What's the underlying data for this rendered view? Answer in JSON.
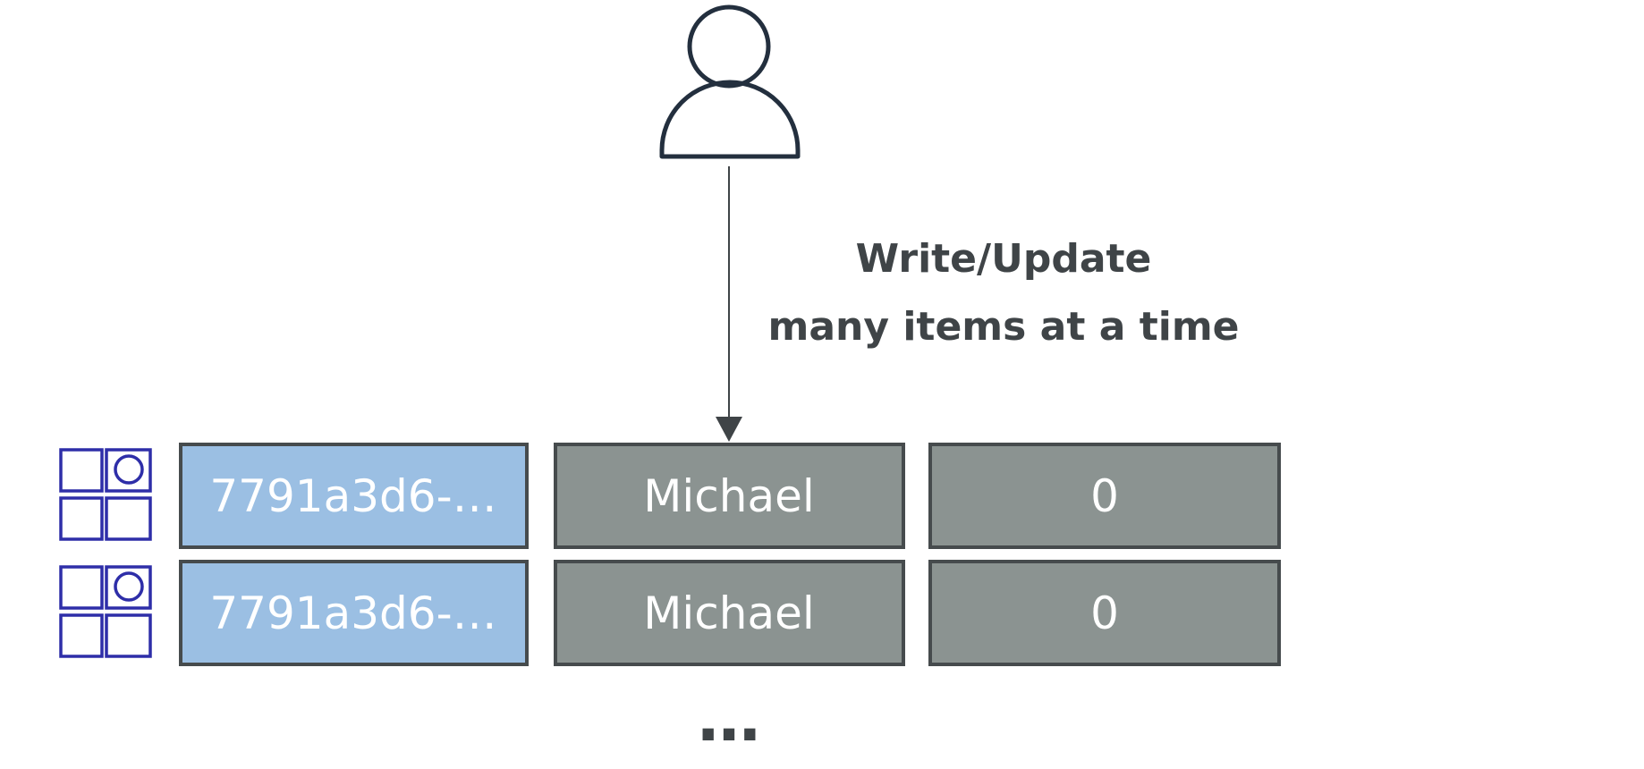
{
  "diagram": {
    "operation_label": {
      "line1": "Write/Update",
      "line2": "many items at a time"
    },
    "rows": [
      {
        "key": "7791a3d6-…",
        "name": "Michael",
        "count": "0"
      },
      {
        "key": "7791a3d6-…",
        "name": "Michael",
        "count": "0"
      }
    ],
    "ellipsis": "…",
    "icons": {
      "user": "user-icon",
      "item": "dynamodb-item-icon"
    },
    "colors": {
      "key_cell": "#9bbfe3",
      "attribute_cell": "#8b9391",
      "cell_border": "#464b4d",
      "icon_stroke": "#2e2ea8",
      "user_stroke": "#232f3e",
      "text_dark": "#3f4447"
    }
  }
}
